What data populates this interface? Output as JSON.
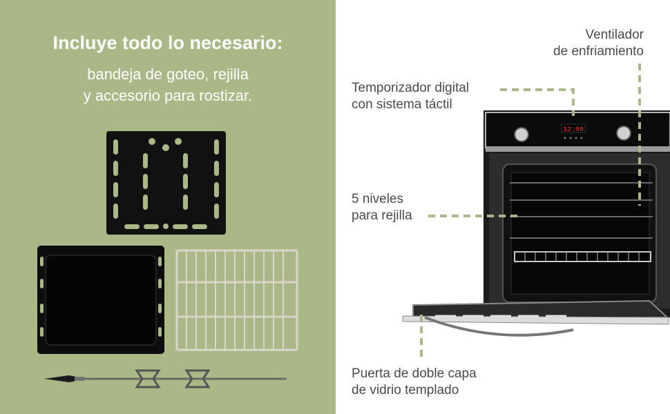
{
  "left_panel": {
    "headline": "Incluye todo lo necesario:",
    "subline_1": "bandeja de goteo, rejilla",
    "subline_2": "y accesorio para rostizar.",
    "background_color": "#aab888"
  },
  "oven": {
    "display_time": "12:00"
  },
  "callouts": {
    "ventilador_1": "Ventilador",
    "ventilador_2": "de enfriamiento",
    "temporizador_1": "Temporizador digital",
    "temporizador_2": "con sistema táctil",
    "niveles_1": "5 niveles",
    "niveles_2": "para rejilla",
    "puerta_1": "Puerta de doble capa",
    "puerta_2": "de vidrio templado",
    "line_color": "#aab888"
  }
}
